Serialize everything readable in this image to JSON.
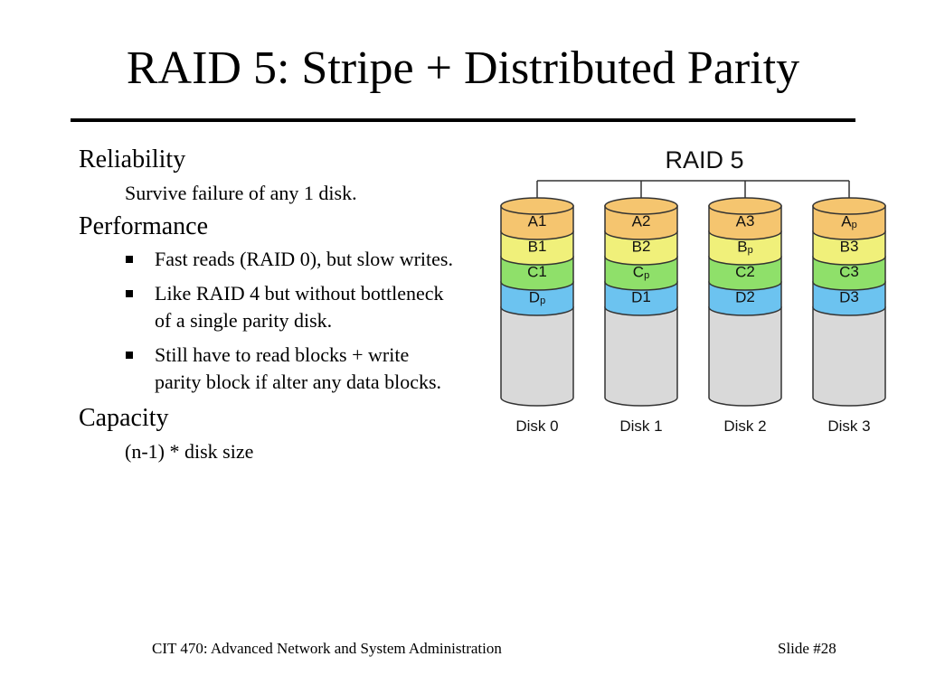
{
  "slide": {
    "title": "RAID 5: Stripe + Distributed Parity"
  },
  "sections": [
    {
      "heading": "Reliability",
      "text": "Survive failure of any 1 disk."
    },
    {
      "heading": "Performance",
      "bullets": [
        "Fast reads (RAID 0), but slow writes.",
        "Like RAID 4 but without bottleneck of a single parity disk.",
        "Still have to read blocks + write parity block if alter any data blocks."
      ]
    },
    {
      "heading": "Capacity",
      "text": "(n-1) * disk size"
    }
  ],
  "diagram": {
    "title": "RAID 5",
    "disks": [
      {
        "label": "Disk 0",
        "blocks": [
          [
            "A",
            "1"
          ],
          [
            "B",
            "1"
          ],
          [
            "C",
            "1"
          ],
          [
            "D",
            "p"
          ]
        ]
      },
      {
        "label": "Disk 1",
        "blocks": [
          [
            "A",
            "2"
          ],
          [
            "B",
            "2"
          ],
          [
            "C",
            "p"
          ],
          [
            "D",
            "1"
          ]
        ]
      },
      {
        "label": "Disk 2",
        "blocks": [
          [
            "A",
            "3"
          ],
          [
            "B",
            "p"
          ],
          [
            "C",
            "2"
          ],
          [
            "D",
            "2"
          ]
        ]
      },
      {
        "label": "Disk 3",
        "blocks": [
          [
            "A",
            "p"
          ],
          [
            "B",
            "3"
          ],
          [
            "C",
            "3"
          ],
          [
            "D",
            "3"
          ]
        ]
      }
    ],
    "colors": {
      "row_a": "#f5c56f",
      "row_b": "#f0f07a",
      "row_c": "#8fe06a",
      "row_d": "#6cc3f0",
      "body": "#d9d9d9",
      "stroke": "#333333"
    }
  },
  "footer": {
    "course": "CIT 470: Advanced Network and System Administration",
    "slide_number": "Slide #28"
  }
}
